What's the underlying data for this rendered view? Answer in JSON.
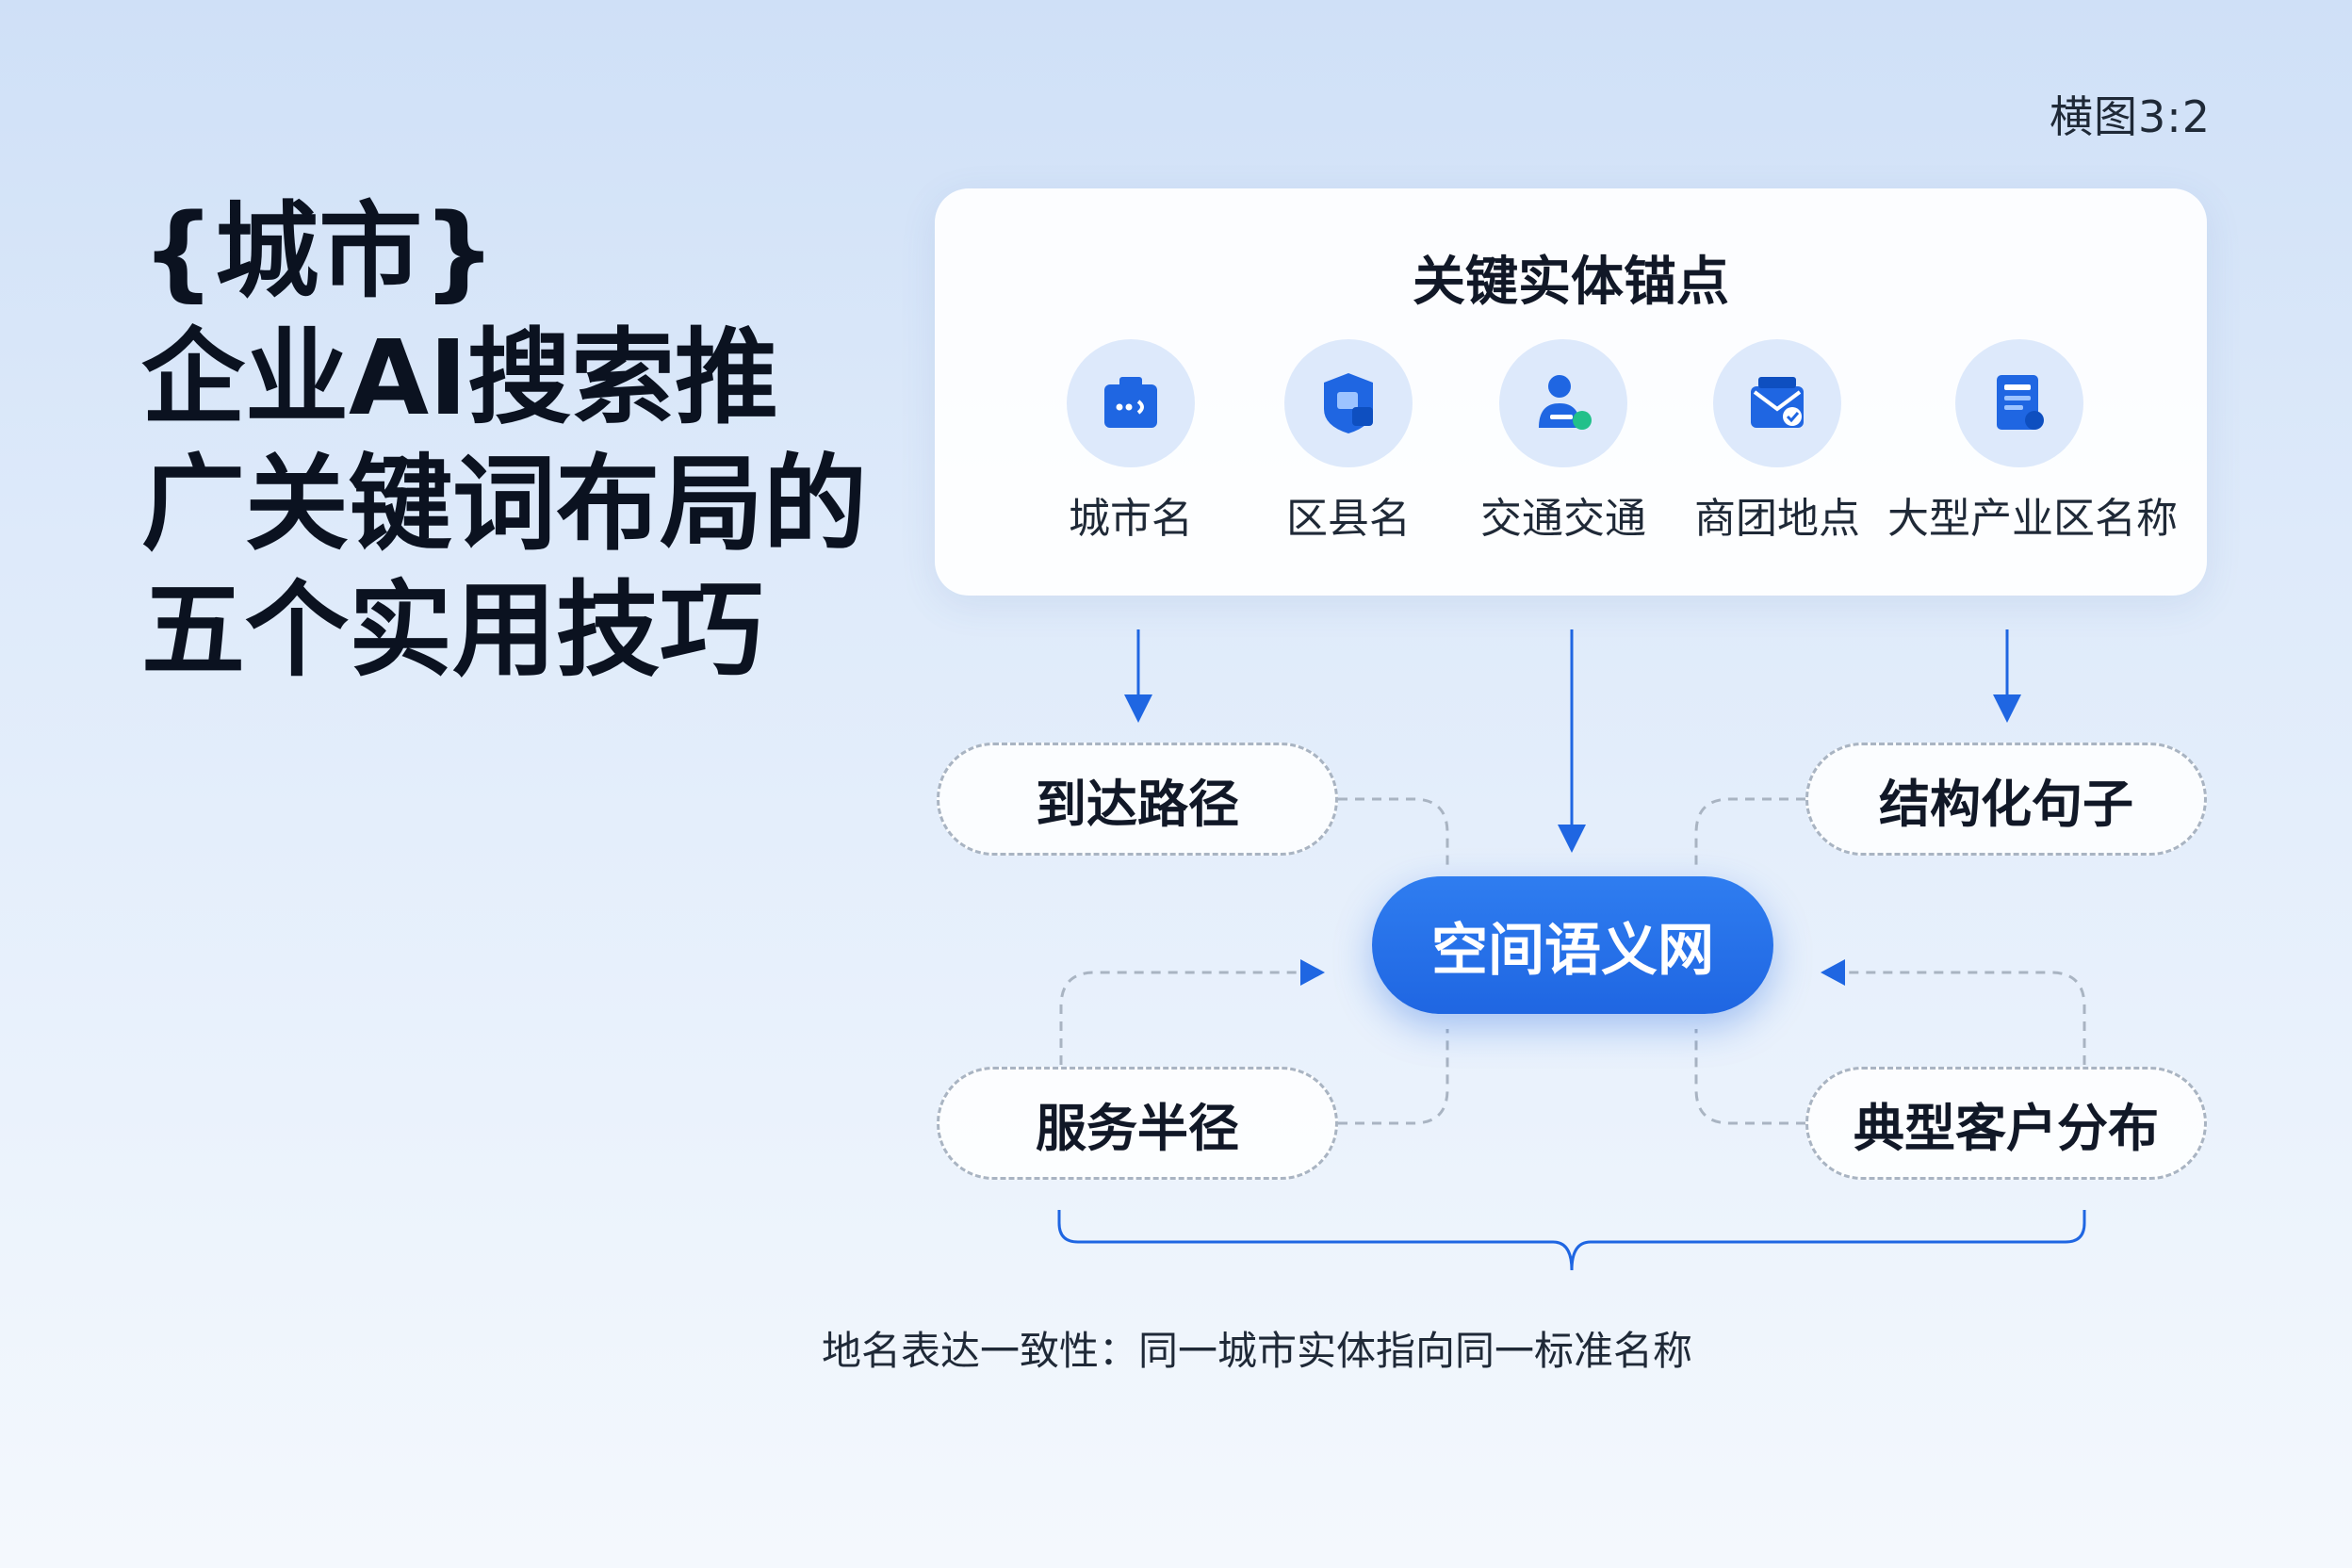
{
  "aspect_label": "横图3:2",
  "title_lines": [
    "{城市}",
    "企业AI搜索推",
    "广关键词布局的",
    "五个实用技巧"
  ],
  "anchor_panel": {
    "title": "关键实体锚点",
    "entities": [
      {
        "label": "城市名",
        "icon": "briefcase-icon"
      },
      {
        "label": "区县名",
        "icon": "shield-badge-icon"
      },
      {
        "label": "交通交通",
        "icon": "person-transit-icon"
      },
      {
        "label": "商团地点",
        "icon": "mail-check-icon"
      },
      {
        "label": "大型产业区名称",
        "icon": "document-check-icon"
      }
    ]
  },
  "hub_label": "空间语义网",
  "nodes": {
    "top_left": "到达路径",
    "top_right": "结构化句子",
    "bottom_left": "服务半径",
    "bottom_right": "典型客户分布"
  },
  "footer_note": "地名表达一致性：同一城市实体指向同一标准名称",
  "colors": {
    "accent": "#1f66e2",
    "icon_bg": "#dde9fb",
    "dashed_border": "#a9b4c2"
  }
}
